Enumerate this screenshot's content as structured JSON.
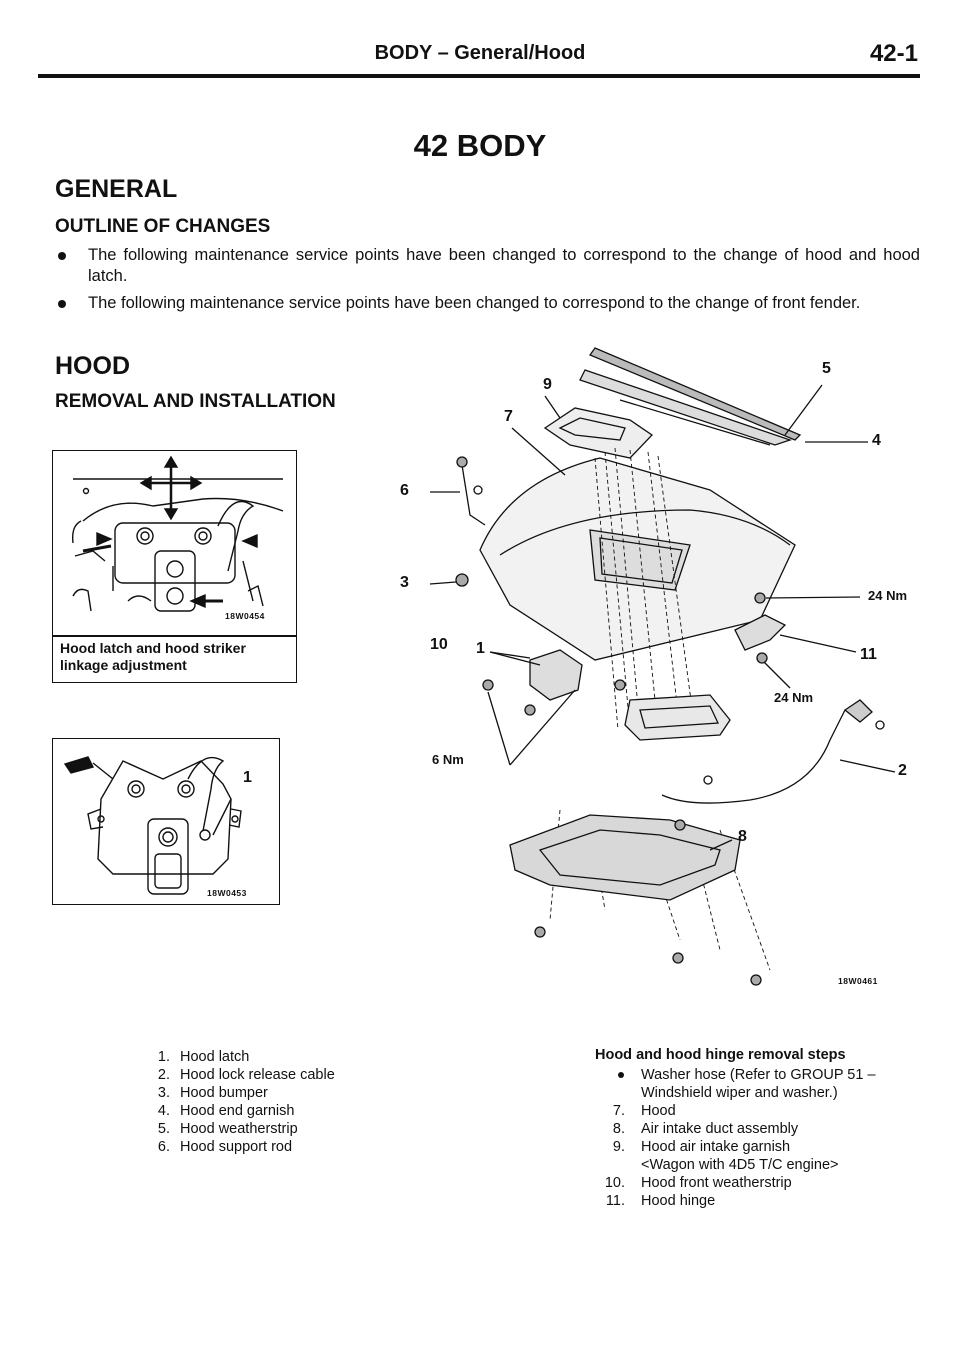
{
  "header": {
    "title": "BODY – General/Hood",
    "page": "42-1"
  },
  "chapter_title": "42 BODY",
  "general": {
    "heading": "GENERAL",
    "subheading": "OUTLINE OF CHANGES",
    "bullets": [
      "The following maintenance service points have been changed to correspond to the change of hood and hood latch.",
      "The following maintenance service points have been changed to correspond to the change of front fender."
    ]
  },
  "hood": {
    "heading": "HOOD",
    "subheading": "REMOVAL AND INSTALLATION"
  },
  "figure_adjust": {
    "code": "18W0454",
    "caption_line1": "Hood latch and hood striker",
    "caption_line2": "linkage adjustment"
  },
  "figure_latch": {
    "code": "18W0453",
    "callout": "1"
  },
  "main_diagram": {
    "code": "18W0461",
    "callouts": [
      "1",
      "2",
      "3",
      "4",
      "5",
      "6",
      "7",
      "8",
      "9",
      "10",
      "11"
    ],
    "torques": {
      "hinge_upper": "24 Nm",
      "hinge_lower": "24 Nm",
      "latch": "6 Nm"
    }
  },
  "parts_list": [
    {
      "num": "1.",
      "label": "Hood latch"
    },
    {
      "num": "2.",
      "label": "Hood lock release cable"
    },
    {
      "num": "3.",
      "label": "Hood bumper"
    },
    {
      "num": "4.",
      "label": "Hood end garnish"
    },
    {
      "num": "5.",
      "label": "Hood weatherstrip"
    },
    {
      "num": "6.",
      "label": "Hood support rod"
    }
  ],
  "removal_steps": {
    "title": "Hood and hood hinge removal steps",
    "bullet_line1": "Washer hose (Refer to GROUP 51 –",
    "bullet_line2": "Windshield wiper and washer.)",
    "items": [
      {
        "num": "7.",
        "label": "Hood"
      },
      {
        "num": "8.",
        "label": "Air intake duct assembly"
      },
      {
        "num": "9.",
        "label": "Hood air intake garnish"
      },
      {
        "num": "",
        "label": "<Wagon with 4D5 T/C engine>"
      },
      {
        "num": "10.",
        "label": "Hood front weatherstrip"
      },
      {
        "num": "11.",
        "label": "Hood hinge"
      }
    ]
  }
}
